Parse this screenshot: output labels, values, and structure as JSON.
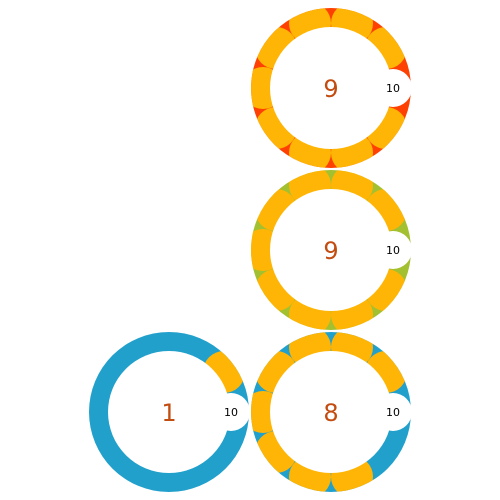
{
  "counters": [
    {
      "id": "top",
      "value": "9",
      "max": "10",
      "filled": 9,
      "ring_color": "#fe4102"
    },
    {
      "id": "middle",
      "value": "9",
      "max": "10",
      "filled": 9,
      "ring_color": "#a2c02f"
    },
    {
      "id": "bottom",
      "value": "8",
      "max": "10",
      "filled": 8,
      "ring_color": "#21a0cc"
    },
    {
      "id": "left",
      "value": "1",
      "max": "10",
      "filled": 1,
      "ring_color": "#21a0cc"
    }
  ],
  "colors": {
    "segment": "#ffb505",
    "center": "#ffffff",
    "value_text": "#c34c10",
    "max_text": "#000000"
  }
}
